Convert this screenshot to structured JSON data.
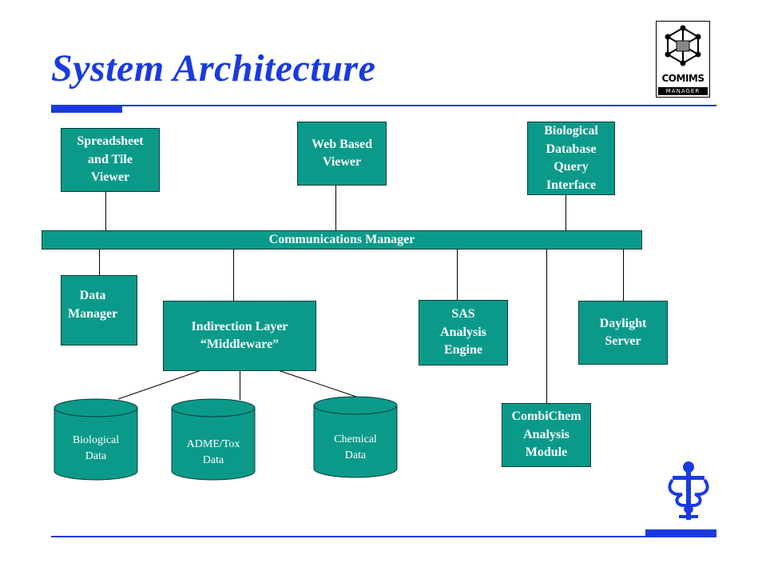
{
  "slide": {
    "title": "System Architecture",
    "colors": {
      "accent": "#1a3adf",
      "box_fill": "#0b9a8a",
      "box_text": "#ffffff"
    }
  },
  "logo": {
    "brand": "COMIMS",
    "sub": "MANAGER"
  },
  "nodes": {
    "spreadsheet": "Spreadsheet\nand Tile\nViewer",
    "web_viewer": "Web Based\nViewer",
    "bio_query": "Biological\nDatabase\nQuery\nInterface",
    "comm_manager": "Communications Manager",
    "data_manager": "Data\nManager",
    "indirection": "Indirection Layer\n“Middleware”",
    "sas": "SAS\nAnalysis\nEngine",
    "daylight": "Daylight\nServer",
    "combichem": "CombiChem\nAnalysis\nModule"
  },
  "databases": {
    "biological": "Biological\nData",
    "adme": "ADME/Tox\nData",
    "chemical": "Chemical\nData"
  },
  "icons": {
    "logo": "comims-manager-logo-icon",
    "corner": "caduceus-logo-icon"
  }
}
